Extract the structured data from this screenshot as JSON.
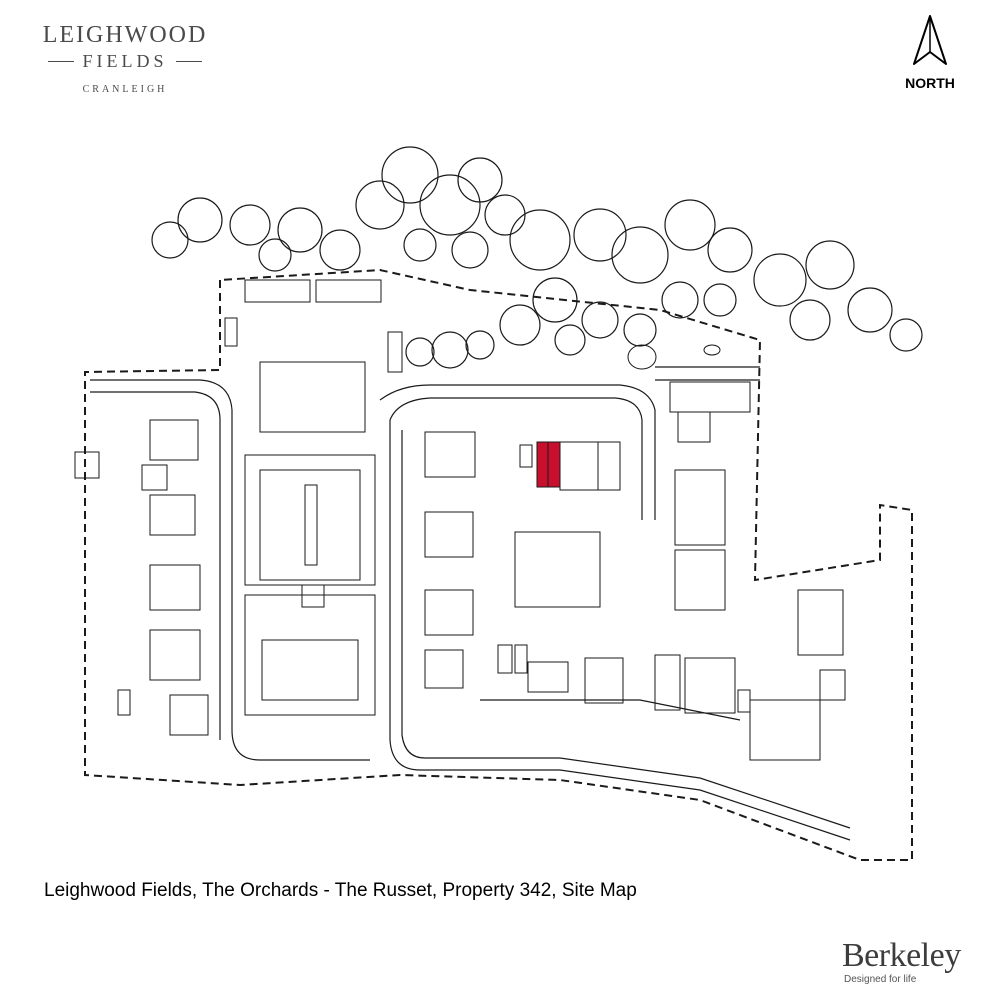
{
  "logo": {
    "line1": "LEIGHWOOD",
    "line2": "FIELDS",
    "line3": "CRANLEIGH"
  },
  "compass": {
    "label": "NORTH",
    "icon": "north-arrow-icon"
  },
  "map": {
    "highlight_color": "#c8102e",
    "line_color": "#1a1a1a"
  },
  "caption": "Leighwood Fields, The Orchards - The Russet, Property 342, Site Map",
  "brand": {
    "name": "Berkeley",
    "tagline": "Designed for life"
  }
}
